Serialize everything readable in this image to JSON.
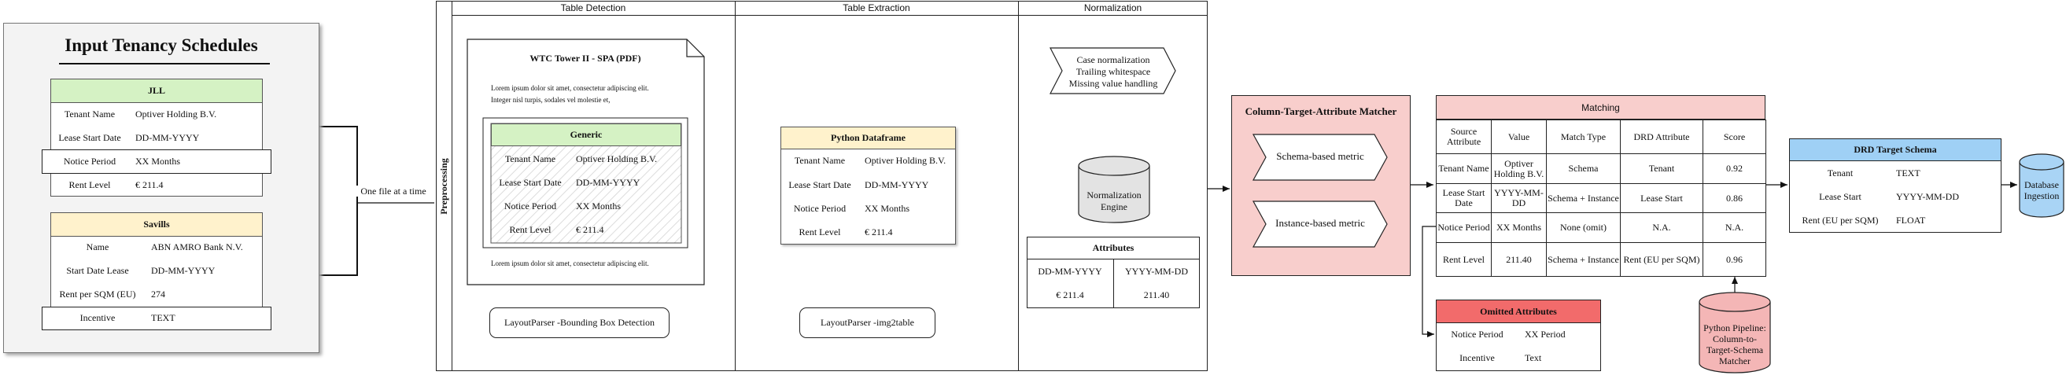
{
  "input": {
    "title": "Input Tenancy Schedules",
    "jll": {
      "header": "JLL",
      "rows": [
        {
          "label": "Tenant Name",
          "value": "Optiver Holding B.V."
        },
        {
          "label": "Lease Start Date",
          "value": "DD-MM-YYYY"
        },
        {
          "label": "Notice Period",
          "value": "XX Months"
        },
        {
          "label": "Rent Level",
          "value": "€ 211.4"
        }
      ]
    },
    "savills": {
      "header": "Savills",
      "rows": [
        {
          "label": "Name",
          "value": "ABN AMRO Bank N.V."
        },
        {
          "label": "Start Date Lease",
          "value": "DD-MM-YYYY"
        },
        {
          "label": "Rent per SQM (EU)",
          "value": "274"
        },
        {
          "label": "Incentive",
          "value": "TEXT"
        }
      ]
    },
    "connector_label": "One file at a time"
  },
  "preprocessing": {
    "vertical_label": "Preprocessing",
    "columns": [
      "Table Detection",
      "Table Extraction",
      "Normalization"
    ],
    "document": {
      "title": "WTC Tower II - SPA (PDF)",
      "lorem_top_1": "Lorem ipsum dolor sit amet, consectetur adipiscing elit.",
      "lorem_top_2": "Integer nisl turpis, sodales vel molestie et,",
      "lorem_bottom": "Lorem ipsum dolor sit amet, consectetur adipiscing elit.",
      "table_header": "Generic",
      "rows": [
        {
          "label": "Tenant Name",
          "value": "Optiver Holding B.V."
        },
        {
          "label": "Lease Start Date",
          "value": "DD-MM-YYYY"
        },
        {
          "label": "Notice Period",
          "value": "XX Months"
        },
        {
          "label": "Rent Level",
          "value": "€ 211.4"
        }
      ]
    },
    "detect_button": "LayoutParser -Bounding Box Detection",
    "dataframe": {
      "header": "Python Dataframe",
      "rows": [
        {
          "label": "Tenant Name",
          "value": "Optiver Holding B.V."
        },
        {
          "label": "Lease Start Date",
          "value": "DD-MM-YYYY"
        },
        {
          "label": "Notice Period",
          "value": "XX Months"
        },
        {
          "label": "Rent Level",
          "value": "€ 211.4"
        }
      ]
    },
    "extract_button": "LayoutParser -img2table",
    "normalization_steps": [
      "Case normalization",
      "Trailing whitespace",
      "Missing value handling"
    ],
    "engine_label_1": "Normalization",
    "engine_label_2": "Engine",
    "attributes": {
      "header": "Attributes",
      "rows": [
        [
          "DD-MM-YYYY",
          "YYYY-MM-DD"
        ],
        [
          "€ 211.4",
          "211.40"
        ]
      ]
    }
  },
  "matcher": {
    "title": "Column-Target-Attribute Matcher",
    "metrics": [
      "Schema-based metric",
      "Instance-based metric"
    ]
  },
  "matching": {
    "title": "Matching",
    "headers": [
      "Source Attribute",
      "Value",
      "Match Type",
      "DRD Attribute",
      "Score"
    ],
    "rows": [
      [
        "Tenant Name",
        "Optiver Holding B.V.",
        "Schema",
        "Tenant",
        "0.92"
      ],
      [
        "Lease Start Date",
        "YYYY-MM-DD",
        "Schema + Instance",
        "Lease Start",
        "0.86"
      ],
      [
        "Notice Period",
        "XX Months",
        "None (omit)",
        "N.A.",
        "N.A."
      ],
      [
        "Rent Level",
        "211.40",
        "Schema + Instance",
        "Rent (EU per SQM)",
        "0.96"
      ]
    ]
  },
  "omitted": {
    "title": "Omitted Attributes",
    "rows": [
      [
        "Notice Period",
        "XX Period"
      ],
      [
        "Incentive",
        "Text"
      ]
    ]
  },
  "pipeline": {
    "lines": [
      "Python Pipeline:",
      "Column-to-",
      "Target-Schema",
      "Matcher"
    ]
  },
  "drd": {
    "title": "DRD Target Schema",
    "rows": [
      [
        "Tenant",
        "TEXT"
      ],
      [
        "Lease Start",
        "YYYY-MM-DD"
      ],
      [
        "Rent (EU per SQM)",
        "FLOAT"
      ]
    ]
  },
  "database": {
    "lines": [
      "Database",
      "Ingestion"
    ]
  },
  "colors": {
    "green_header": "#d5f2c4",
    "yellow_header": "#fff2cc",
    "pink_fill": "#f8cecc",
    "red_header": "#f26b6b",
    "blue_header": "#9fd0f5",
    "db_blue": "#a9d4f5",
    "pipeline_pink": "#f4b6b6",
    "input_panel": "#f3f3f3"
  }
}
